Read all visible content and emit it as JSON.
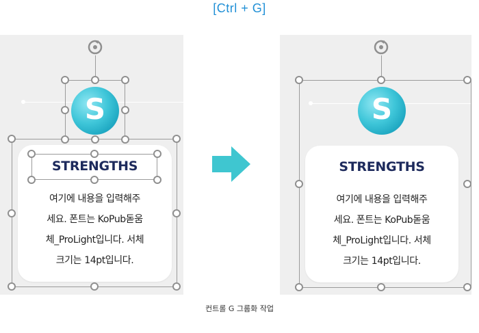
{
  "shortcut_label": "[Ctrl + G]",
  "caption": "컨트롤 G 그룹화 작업",
  "card": {
    "title": "STRENGTHS",
    "logo_letter": "S",
    "lines": [
      "여기에 내용을 입력해주",
      "세요. 폰트는 KoPub돋움",
      "체_ProLight입니다. 서체",
      "크기는 14pt입니다."
    ]
  },
  "colors": {
    "shortcut": "#1f8fd6",
    "title": "#1d2a5c",
    "arrow": "#3fc6d0",
    "panel": "#efefef"
  },
  "icons": {
    "rotate": "rotate-handle-icon",
    "arrow": "right-arrow-icon"
  }
}
